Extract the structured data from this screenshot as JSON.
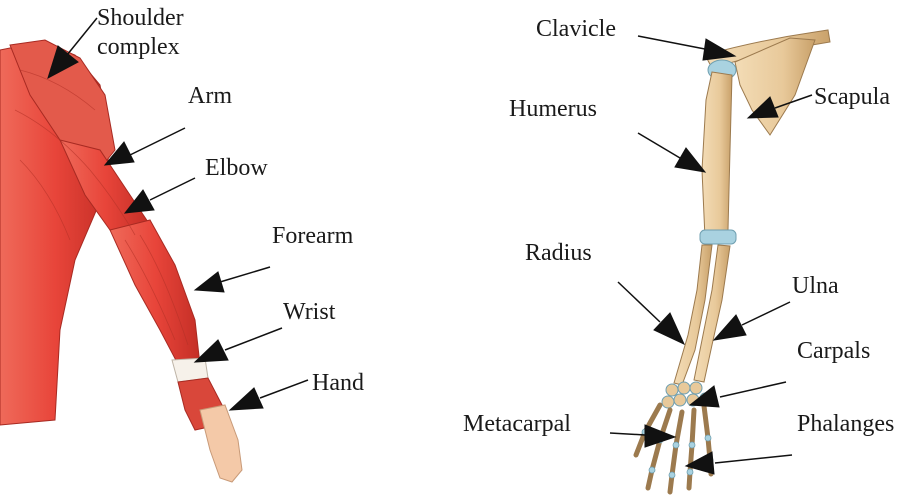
{
  "left_figure": {
    "labels": {
      "shoulder": [
        "Shoulder",
        "complex"
      ],
      "arm": "Arm",
      "elbow": "Elbow",
      "forearm": "Forearm",
      "wrist": "Wrist",
      "hand": "Hand"
    }
  },
  "right_figure": {
    "labels": {
      "clavicle": "Clavicle",
      "scapula": "Scapula",
      "humerus": "Humerus",
      "radius": "Radius",
      "ulna": "Ulna",
      "carpals": "Carpals",
      "metacarpal": "Metacarpal",
      "phalanges": "Phalanges"
    }
  },
  "colors": {
    "muscle": "#e8453a",
    "muscle_dark": "#c42e26",
    "skin": "#f4c9a8",
    "bone": "#e8c99a",
    "bone_dark": "#c9a16a",
    "cartilage": "#a9d2e0",
    "arrow": "#111111"
  }
}
